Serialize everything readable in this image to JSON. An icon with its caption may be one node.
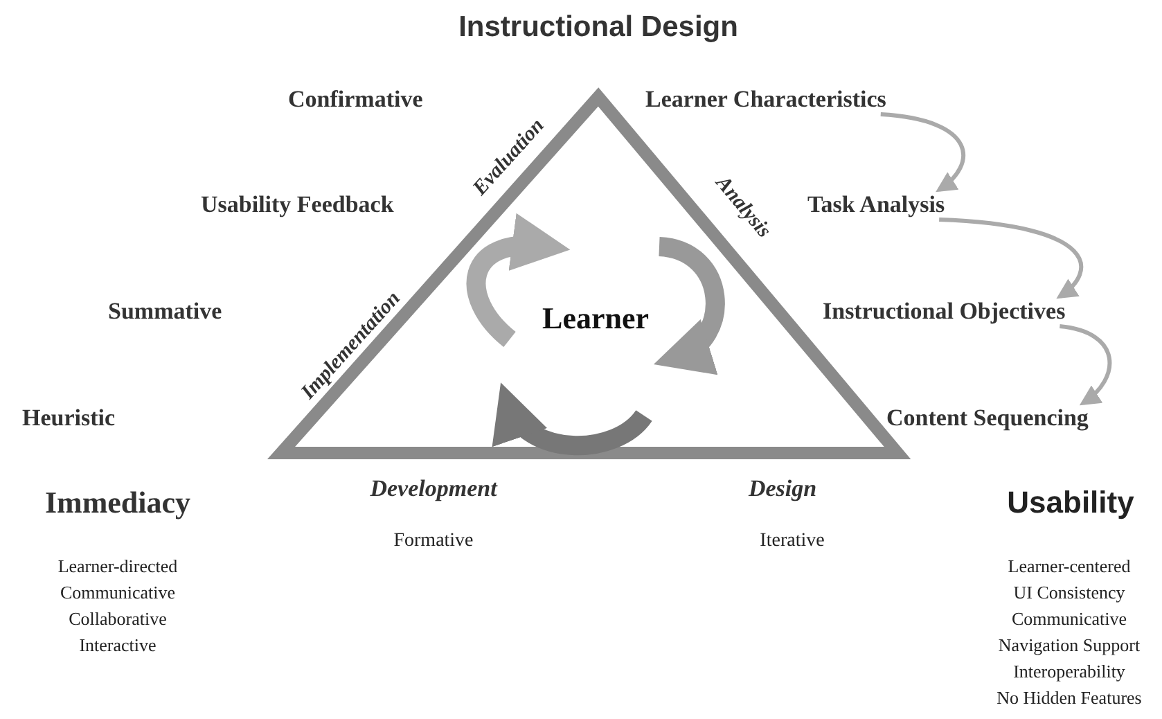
{
  "diagram": {
    "title": "Instructional Design",
    "nodes": [
      {
        "text": [
          "Learner Characteristics"
        ]
      },
      {
        "text": [
          "Task Analysis"
        ]
      },
      {
        "text": [
          "Instructional Objectives"
        ]
      },
      {
        "text": [
          "Content Sequencing"
        ]
      }
    ],
    "edges": [
      {
        "from": 0,
        "to": 1,
        "arrow": "to"
      },
      {
        "from": 1,
        "to": 2,
        "arrow": "to"
      },
      {
        "from": 2,
        "to": 3,
        "arrow": "to"
      }
    ],
    "labels": [
      "Confirmative",
      "Evaluation",
      "Usability Feedback",
      "Analysis",
      "Summative",
      "Implementation",
      "Learner",
      "Heuristic",
      "Immediacy",
      "Development",
      "Design",
      "Usability",
      "Formative",
      "Iterative",
      "Learner-directed",
      "Communicative",
      "Collaborative",
      "Interactive",
      "Learner-centered",
      "UI Consistency",
      "Communicative",
      "Navigation Support",
      "Interoperability",
      "No Hidden Features"
    ]
  }
}
